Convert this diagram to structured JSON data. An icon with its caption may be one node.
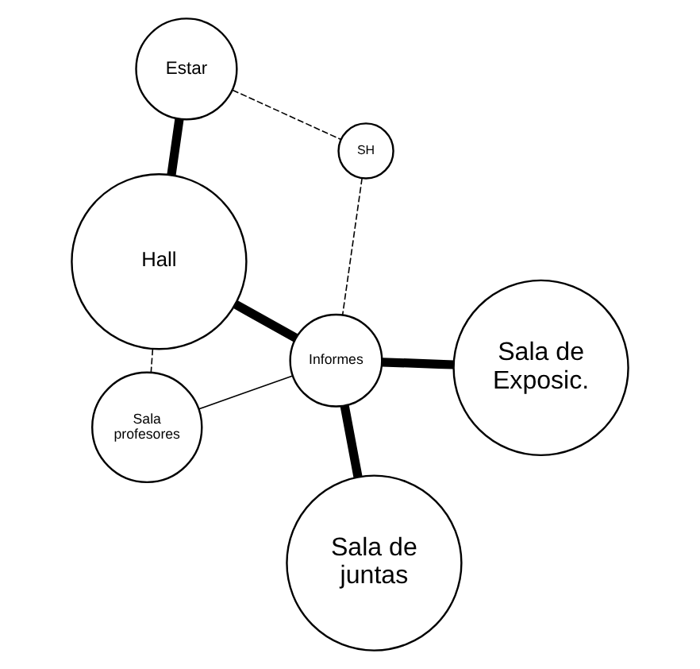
{
  "diagram": {
    "nodes": [
      {
        "text": [
          "Estar"
        ]
      },
      {
        "text": [
          "SH"
        ]
      },
      {
        "text": [
          "Sala de juntas"
        ]
      },
      {
        "text": [
          "Hall"
        ]
      },
      {
        "text": [
          "Informes"
        ]
      },
      {
        "text": [
          "Sala de Exposic."
        ]
      },
      {
        "text": [
          "Sala profesores"
        ]
      }
    ],
    "edges": [
      {
        "from": 0,
        "to": 1,
        "arrow": "none",
        "style": "dashed"
      },
      {
        "from": 1,
        "to": 4,
        "arrow": "none",
        "style": "dashed"
      },
      {
        "from": 0,
        "to": 3,
        "arrow": "none",
        "style": "thick"
      },
      {
        "from": 3,
        "to": 4,
        "arrow": "none",
        "style": "thick"
      },
      {
        "from": 4,
        "to": 2,
        "arrow": "none",
        "style": "thick"
      },
      {
        "from": 4,
        "to": 5,
        "arrow": "none",
        "style": "thick"
      },
      {
        "from": 4,
        "to": 6,
        "arrow": "none"
      },
      {
        "from": 3,
        "to": 6,
        "arrow": "none",
        "style": "dashed"
      }
    ]
  }
}
